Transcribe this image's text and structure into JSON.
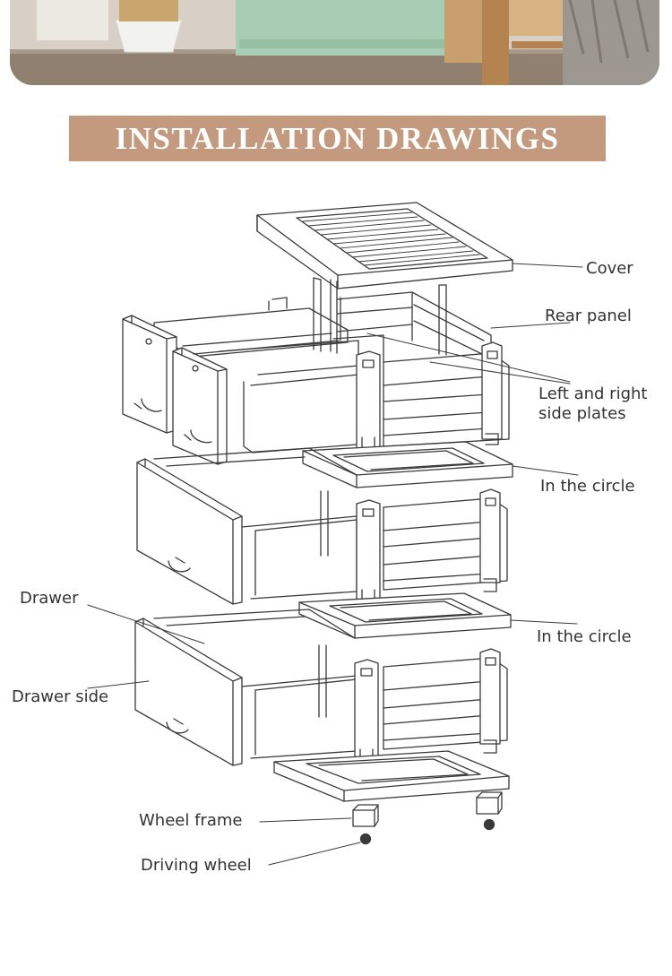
{
  "title": "INSTALLATION DRAWINGS",
  "colors": {
    "banner": "#c49a7e",
    "line": "#3a3a3a",
    "label_text": "#333333"
  },
  "labels": {
    "cover": "Cover",
    "rear_panel": "Rear panel",
    "side_plates": "Left and right side plates",
    "circle_upper": "In the circle",
    "circle_lower": "In the circle",
    "drawer": "Drawer",
    "drawer_side": "Drawer side",
    "wheel_frame": "Wheel frame",
    "driving_wheel": "Driving wheel"
  }
}
